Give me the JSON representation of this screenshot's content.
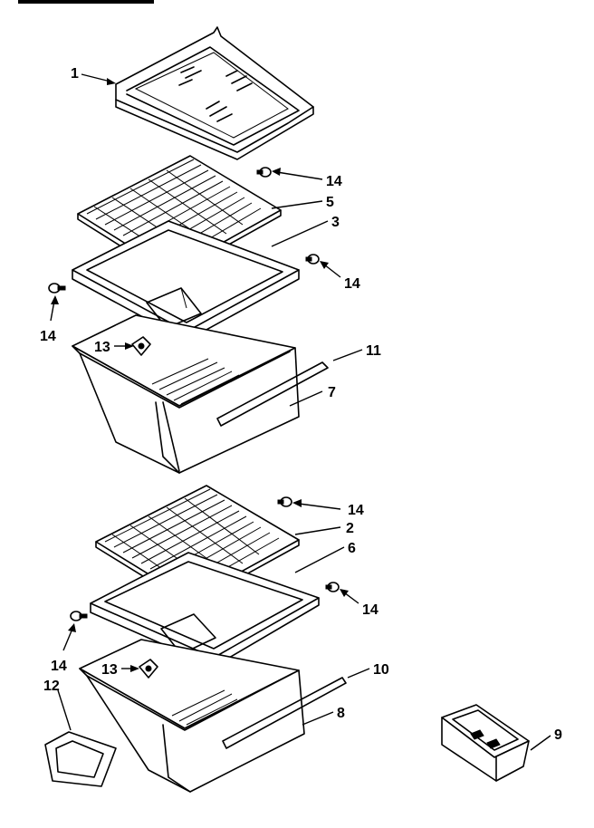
{
  "callouts": [
    {
      "id": "c1",
      "label": "1"
    },
    {
      "id": "c14a",
      "label": "14"
    },
    {
      "id": "c5",
      "label": "5"
    },
    {
      "id": "c3",
      "label": "3"
    },
    {
      "id": "c14b",
      "label": "14"
    },
    {
      "id": "c14c",
      "label": "14"
    },
    {
      "id": "c13a",
      "label": "13"
    },
    {
      "id": "c11",
      "label": "11"
    },
    {
      "id": "c7",
      "label": "7"
    },
    {
      "id": "c14d",
      "label": "14"
    },
    {
      "id": "c2",
      "label": "2"
    },
    {
      "id": "c6",
      "label": "6"
    },
    {
      "id": "c14e",
      "label": "14"
    },
    {
      "id": "c14f",
      "label": "14"
    },
    {
      "id": "c10",
      "label": "10"
    },
    {
      "id": "c13b",
      "label": "13"
    },
    {
      "id": "c12",
      "label": "12"
    },
    {
      "id": "c8",
      "label": "8"
    },
    {
      "id": "c9",
      "label": "9"
    }
  ]
}
